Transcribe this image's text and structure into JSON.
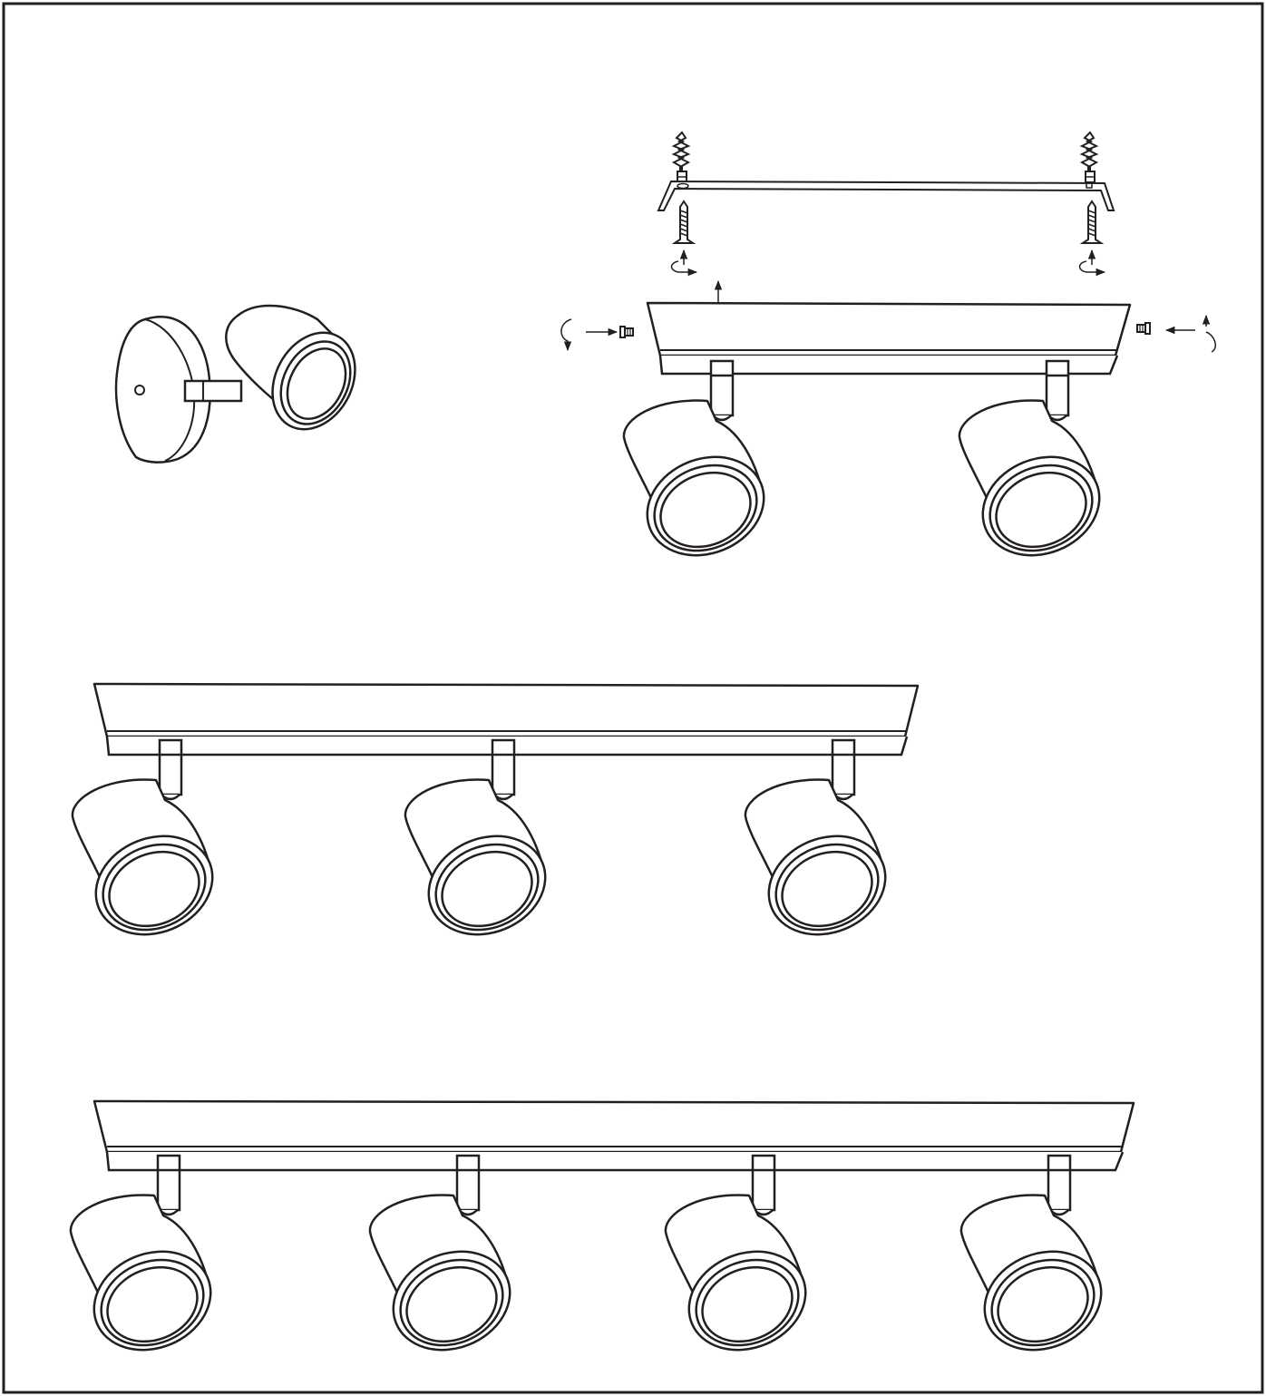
{
  "colors": {
    "ink": "#231f20",
    "paper": "#ffffff"
  },
  "figures": [
    {
      "name": "wall-spot-single",
      "spots": 1
    },
    {
      "name": "mounting-instructions",
      "spots": 2,
      "steps": [
        "wall-plug",
        "mounting-bracket",
        "screw",
        "rotate-arrow",
        "side-grub-screw",
        "lift-arrow"
      ]
    },
    {
      "name": "spot-bar-three",
      "spots": 3
    },
    {
      "name": "spot-bar-four",
      "spots": 4
    }
  ]
}
